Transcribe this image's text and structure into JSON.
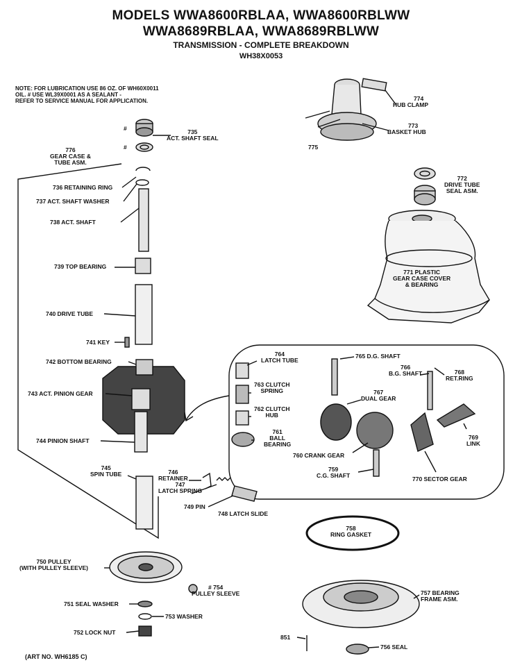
{
  "header": {
    "line1": "MODELS WWA8600RBLAA, WWA8600RBLWW",
    "line2": "WWA8689RBLAA, WWA8689RBLWW",
    "line3": "TRANSMISSION - COMPLETE BREAKDOWN",
    "line4": "WH38X0053"
  },
  "note": {
    "line1": "NOTE: FOR LUBRICATION USE 86 OZ. OF WH60X0011",
    "line2": "OIL. # USE WL39X0001 AS A SEALANT -",
    "line3": "REFER TO SERVICE MANUAL FOR APPLICATION."
  },
  "labels": {
    "hub_clamp_num": "774",
    "hub_clamp": "HUB CLAMP",
    "basket_hub_num": "773",
    "basket_hub": "BASKET HUB",
    "p775": "775",
    "drive_tube_seal_num": "772",
    "drive_tube_seal_1": "DRIVE TUBE",
    "drive_tube_seal_2": "SEAL ASM.",
    "gear_case_cover_1": "771 PLASTIC",
    "gear_case_cover_2": "GEAR CASE COVER",
    "gear_case_cover_3": "& BEARING",
    "act_shaft_seal_num": "735",
    "act_shaft_seal": "ACT. SHAFT SEAL",
    "hash1": "#",
    "hash2": "#",
    "gear_case_num": "776",
    "gear_case_1": "GEAR CASE &",
    "gear_case_2": "TUBE ASM.",
    "p736": "736 RETAINING RING",
    "p737": "737  ACT. SHAFT WASHER",
    "p738": "738 ACT. SHAFT",
    "p739": "739 TOP BEARING",
    "p740": "740 DRIVE TUBE",
    "p741": "741 KEY",
    "p742": "742 BOTTOM BEARING",
    "p743": "743 ACT. PINION GEAR",
    "p744": "744 PINION SHAFT",
    "p745_num": "745",
    "p745": "SPIN TUBE",
    "p746_num": "746",
    "p746": "RETAINER",
    "p747_num": "747",
    "p747": "LATCH SPRING",
    "p749": "749 PIN",
    "p748": "748 LATCH SLIDE",
    "p764_num": "764",
    "p764": "LATCH TUBE",
    "p763_1": "763 CLUTCH",
    "p763_2": "SPRING",
    "p762_1": "762 CLUTCH",
    "p762_2": "HUB",
    "p761_num": "761",
    "p761_1": "BALL",
    "p761_2": "BEARING",
    "p765": "765 D.G. SHAFT",
    "p766_num": "766",
    "p766": "B.G. SHAFT",
    "p767_num": "767",
    "p767": "DUAL GEAR",
    "p768_num": "768",
    "p768": "RET.RING",
    "p769_num": "769",
    "p769": "LINK",
    "p760": "760 CRANK GEAR",
    "p759_num": "759",
    "p759": "C.G. SHAFT",
    "p770": "770 SECTOR GEAR",
    "p758_num": "758",
    "p758": "RING GASKET",
    "p750_1": "750 PULLEY",
    "p750_2": "(WITH PULLEY SLEEVE)",
    "p754_num": "#  754",
    "p754": "PULLEY SLEEVE",
    "p751": "751 SEAL WASHER",
    "p753": "753 WASHER",
    "p752": "752 LOCK NUT",
    "p757_1": "757 BEARING",
    "p757_2": "FRAME ASM.",
    "p851": "851",
    "p756": "756 SEAL"
  },
  "footer": {
    "art_no": "(ART NO. WH6185 C)"
  }
}
